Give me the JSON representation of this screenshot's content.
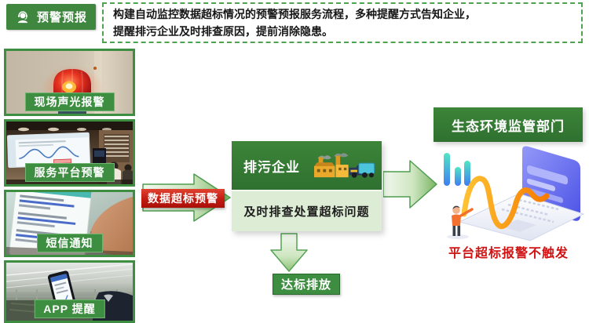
{
  "badge": {
    "label": "预警预报",
    "icon": "person-headset-icon"
  },
  "intro": {
    "line1": "构建自动监控数据超标情况的预警预报服务流程，多种提醒方式告知企业，",
    "line2": "提醒排污企业及时排查原因，提前消除隐患。"
  },
  "notification_channels": [
    {
      "label": "现场声光报警",
      "image": "red-alarm-beacon-photo"
    },
    {
      "label": "服务平台预警",
      "image": "monitoring-room-photo"
    },
    {
      "label": "短信通知",
      "image": "sms-phone-photo"
    },
    {
      "label": "APP 提醒",
      "image": "app-phone-photo"
    }
  ],
  "flow": {
    "alert_arrow_label": "数据超标预警",
    "enterprise": {
      "title": "排污企业",
      "action": "及时排查处置超标问题",
      "icon": "factory-icon"
    },
    "compliant_discharge_label": "达标排放",
    "regulator_label": "生态环境监管部门",
    "platform_note": "平台超标报警不触发",
    "illustration": "laptop-monitoring-illustration"
  },
  "colors": {
    "accent_green": "#3e8e41",
    "dark_green": "#2f7030",
    "light_green_panel": "#ddecd4",
    "alert_red": "#c21b12",
    "note_red": "#d01414",
    "arrow_green": "#79b562"
  }
}
